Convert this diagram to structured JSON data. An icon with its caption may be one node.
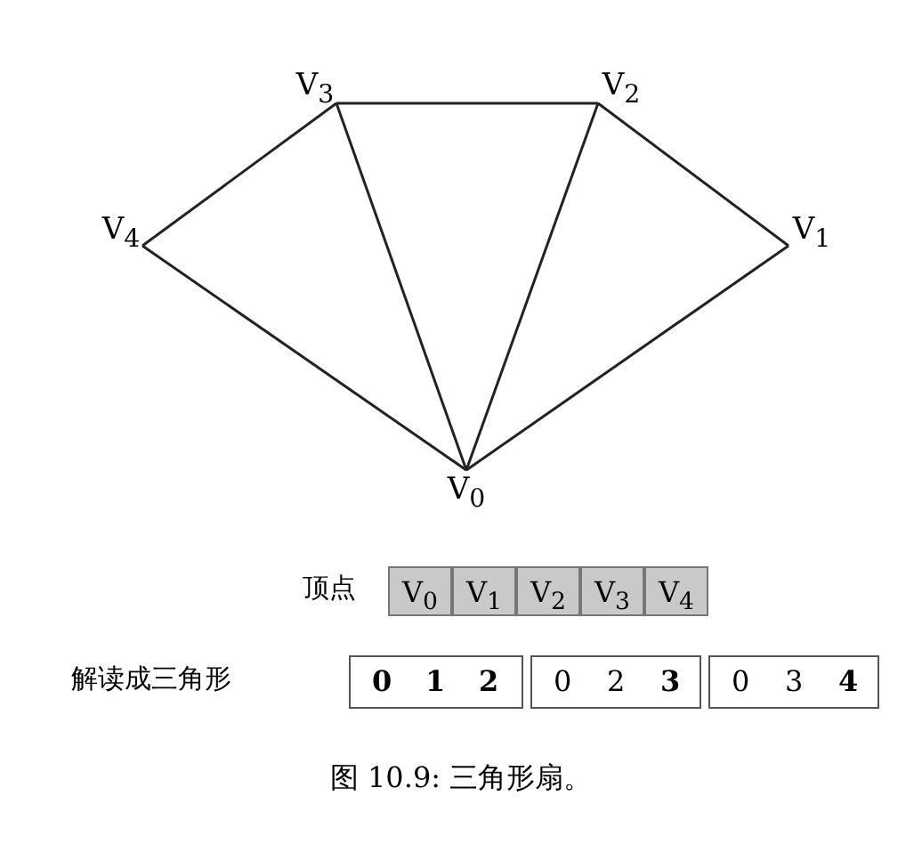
{
  "diagram": {
    "caption": "图 10.9: 三角形扇。",
    "nodes": [
      {
        "text": [
          "V$_{3}$"
        ]
      },
      {
        "text": [
          "V$_{2}$"
        ]
      },
      {
        "text": [
          "V$_{4}$"
        ]
      },
      {
        "text": [
          "V$_{1}$"
        ]
      },
      {
        "text": [
          "V$_{0}$"
        ]
      }
    ],
    "edges": [
      {
        "from": 2,
        "to": 0,
        "arrow": "none"
      },
      {
        "from": 0,
        "to": 1,
        "arrow": "none"
      },
      {
        "from": 1,
        "to": 3,
        "arrow": "none"
      },
      {
        "from": 2,
        "to": 4,
        "arrow": "none"
      },
      {
        "from": 0,
        "to": 4,
        "arrow": "none"
      },
      {
        "from": 1,
        "to": 4,
        "arrow": "none"
      },
      {
        "from": 3,
        "to": 4,
        "arrow": "none"
      }
    ],
    "labels": [
      "顶点",
      "V$_{0}$",
      "V$_{1}$",
      "V$_{2}$",
      "V$_{3}$",
      "V$_{4}$",
      "解读成三角形",
      "0",
      "1",
      "2",
      "0",
      "2",
      "3",
      "0",
      "3",
      "4"
    ]
  }
}
